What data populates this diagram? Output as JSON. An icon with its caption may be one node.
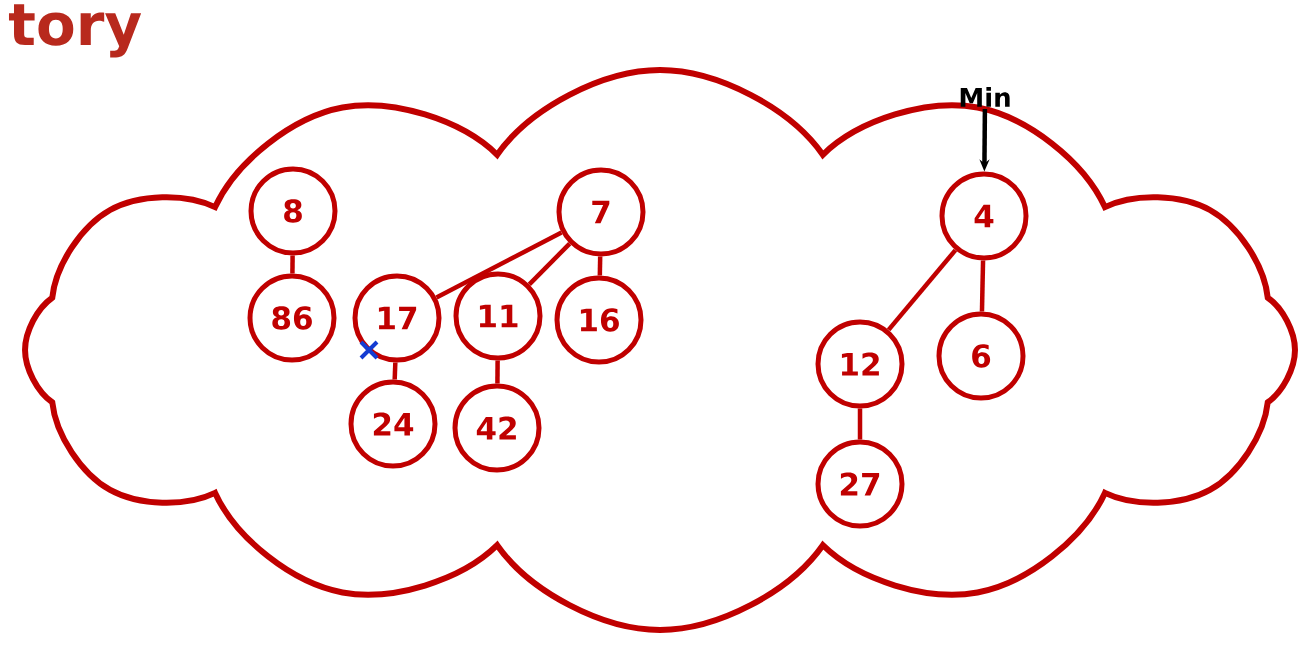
{
  "diagram": {
    "title": "tory",
    "nodes": [
      {
        "text": [],
        "shape": "cloud"
      },
      {
        "text": [
          "8"
        ],
        "in": 0
      },
      {
        "text": [
          "86"
        ],
        "in": 0
      },
      {
        "text": [
          "7"
        ],
        "in": 0
      },
      {
        "text": [
          "17"
        ],
        "in": 0
      },
      {
        "text": [
          "11"
        ],
        "in": 0
      },
      {
        "text": [
          "16"
        ],
        "in": 0
      },
      {
        "text": [
          "24"
        ],
        "in": 0
      },
      {
        "text": [
          "42"
        ],
        "in": 0
      },
      {
        "text": [
          "Min"
        ],
        "in": 0
      },
      {
        "text": [
          "4"
        ],
        "in": 0
      },
      {
        "text": [
          "12"
        ],
        "in": 0
      },
      {
        "text": [
          "6"
        ],
        "in": 0
      },
      {
        "text": [
          "27"
        ],
        "in": 0
      }
    ],
    "edges": [
      {
        "from": 1,
        "to": 2,
        "arrow": "none"
      },
      {
        "from": 3,
        "to": 4,
        "arrow": "none"
      },
      {
        "from": 3,
        "to": 5,
        "arrow": "none"
      },
      {
        "from": 3,
        "to": 6,
        "arrow": "none"
      },
      {
        "from": 4,
        "to": 7,
        "arrow": "none"
      },
      {
        "from": 5,
        "to": 8,
        "arrow": "none"
      },
      {
        "from": 9,
        "to": 10,
        "arrow": "to",
        "color": "#000000"
      },
      {
        "from": 10,
        "to": 11,
        "arrow": "none"
      },
      {
        "from": 10,
        "to": 12,
        "arrow": "none"
      },
      {
        "from": 11,
        "to": 13,
        "arrow": "none"
      }
    ]
  }
}
